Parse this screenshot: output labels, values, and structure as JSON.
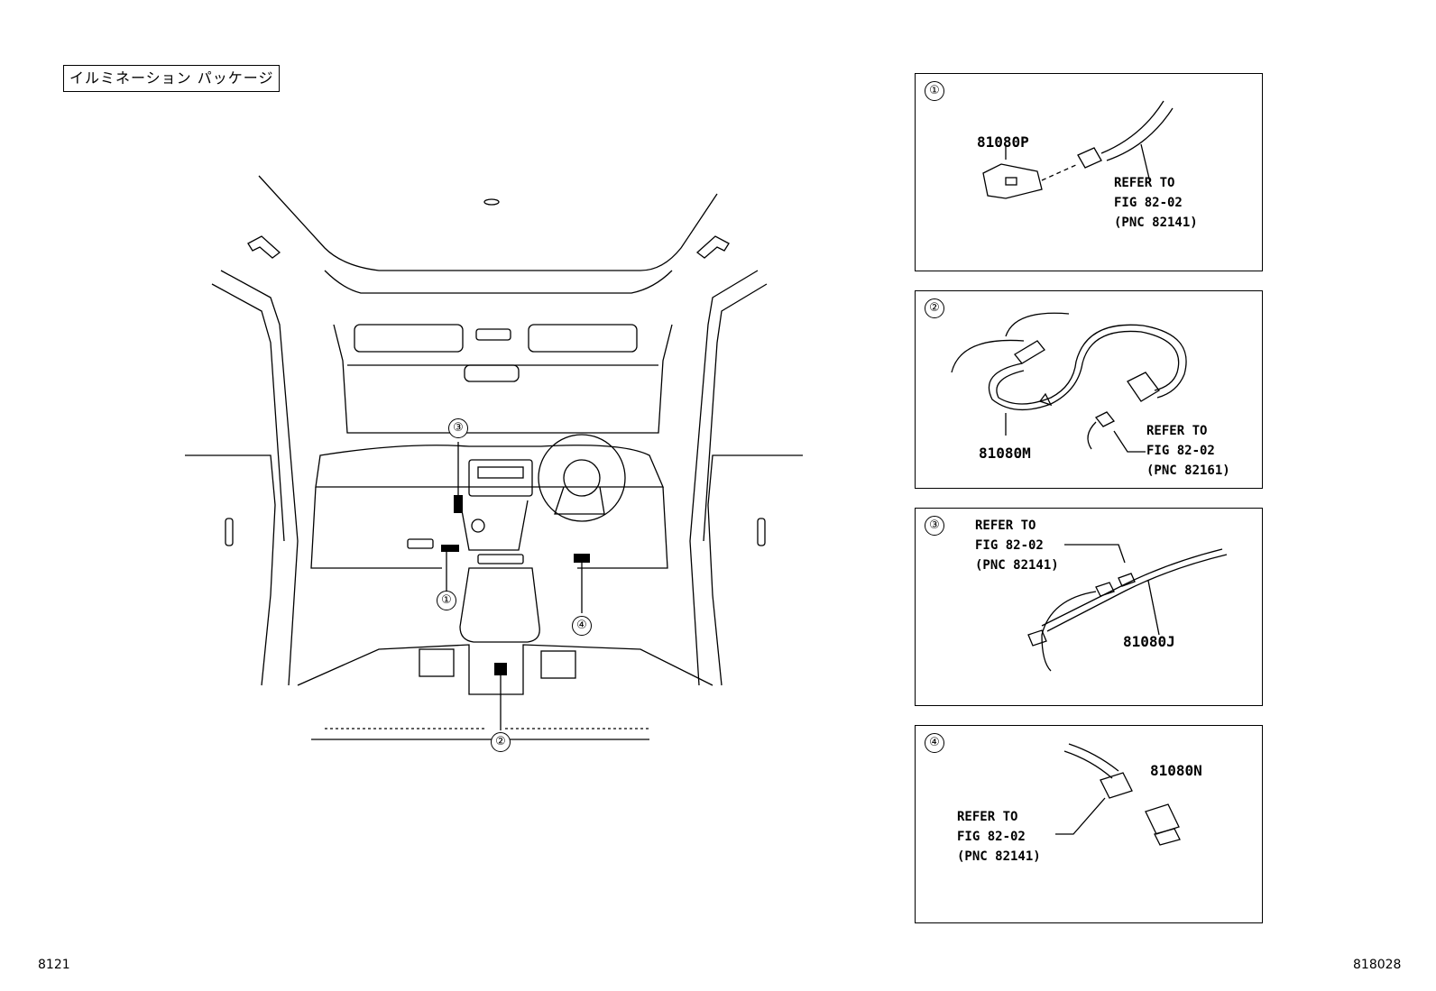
{
  "title": "イルミネーション パッケージ",
  "footer": {
    "left_code": "8121",
    "right_code": "818028"
  },
  "callouts": [
    "①",
    "②",
    "③",
    "④"
  ],
  "panels": [
    {
      "mark": "①",
      "part_number": "81080P",
      "reference": [
        "REFER TO",
        "FIG 82-02",
        "(PNC 82141)"
      ]
    },
    {
      "mark": "②",
      "part_number": "81080M",
      "reference": [
        "REFER TO",
        "FIG 82-02",
        "(PNC 82161)"
      ]
    },
    {
      "mark": "③",
      "part_number": "81080J",
      "reference": [
        "REFER TO",
        "FIG 82-02",
        "(PNC 82141)"
      ]
    },
    {
      "mark": "④",
      "part_number": "81080N",
      "reference": [
        "REFER TO",
        "FIG 82-02",
        "(PNC 82141)"
      ]
    }
  ]
}
